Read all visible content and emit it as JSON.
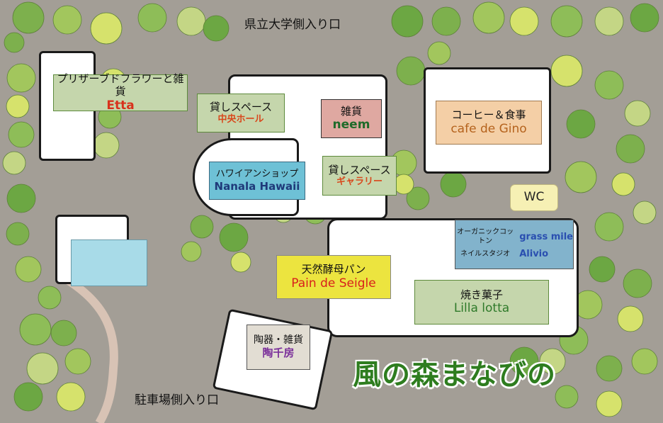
{
  "map_title": "風の森まなびの",
  "entrances": {
    "top": "県立大学側入り口",
    "bottom": "駐車場側入り口"
  },
  "shops": [
    {
      "id": "etta",
      "jp": "プリザーブドフラワーと雑貨",
      "en": "Etta",
      "bg": "#c5d6ac",
      "en_color": "#d8311c"
    },
    {
      "id": "central-hall",
      "jp": "貸しスペース",
      "en": "中央ホール",
      "bg": "#c5d6ac",
      "en_color": "#d8481c"
    },
    {
      "id": "neem",
      "jp": "雑貨",
      "en": "neem",
      "bg": "#dfa8a1",
      "en_color": "#1f6b2a"
    },
    {
      "id": "cafe-de-gino",
      "jp": "コーヒー＆食事",
      "en": "cafe de Gino",
      "bg": "#f4cfa6",
      "en_color": "#b5631d"
    },
    {
      "id": "nanala-hawaii",
      "jp": "ハワイアンショップ",
      "en": "Nanala Hawaii",
      "bg": "#6ec1d6",
      "en_color": "#1f3a7a"
    },
    {
      "id": "gallery",
      "jp": "貸しスペース",
      "en": "ギャラリー",
      "bg": "#c5d6ac",
      "en_color": "#d8481c"
    },
    {
      "id": "wc",
      "jp": "",
      "en": "WC",
      "bg": "#f6f0b4",
      "en_color": "#222"
    },
    {
      "id": "grass-mile",
      "jp": "オーガニックコットン",
      "en": "grass mile",
      "jp2": "ネイルスタジオ",
      "en2": "Alivio",
      "bg": "#82b3cc",
      "en_color": "#2a4fb0"
    },
    {
      "id": "pain-de-seigle",
      "jp": "天然酵母パン",
      "en": "Pain de Seigle",
      "bg": "#ece43f",
      "en_color": "#d8211c"
    },
    {
      "id": "lilla-lotta",
      "jp": "焼き菓子",
      "en": "Lilla lotta",
      "bg": "#c5d6ac",
      "en_color": "#2f7a2a"
    },
    {
      "id": "tousenbou",
      "jp": "陶器・雑貨",
      "en": "陶千房",
      "bg": "#e2ddd3",
      "en_color": "#7a2f9a"
    }
  ]
}
